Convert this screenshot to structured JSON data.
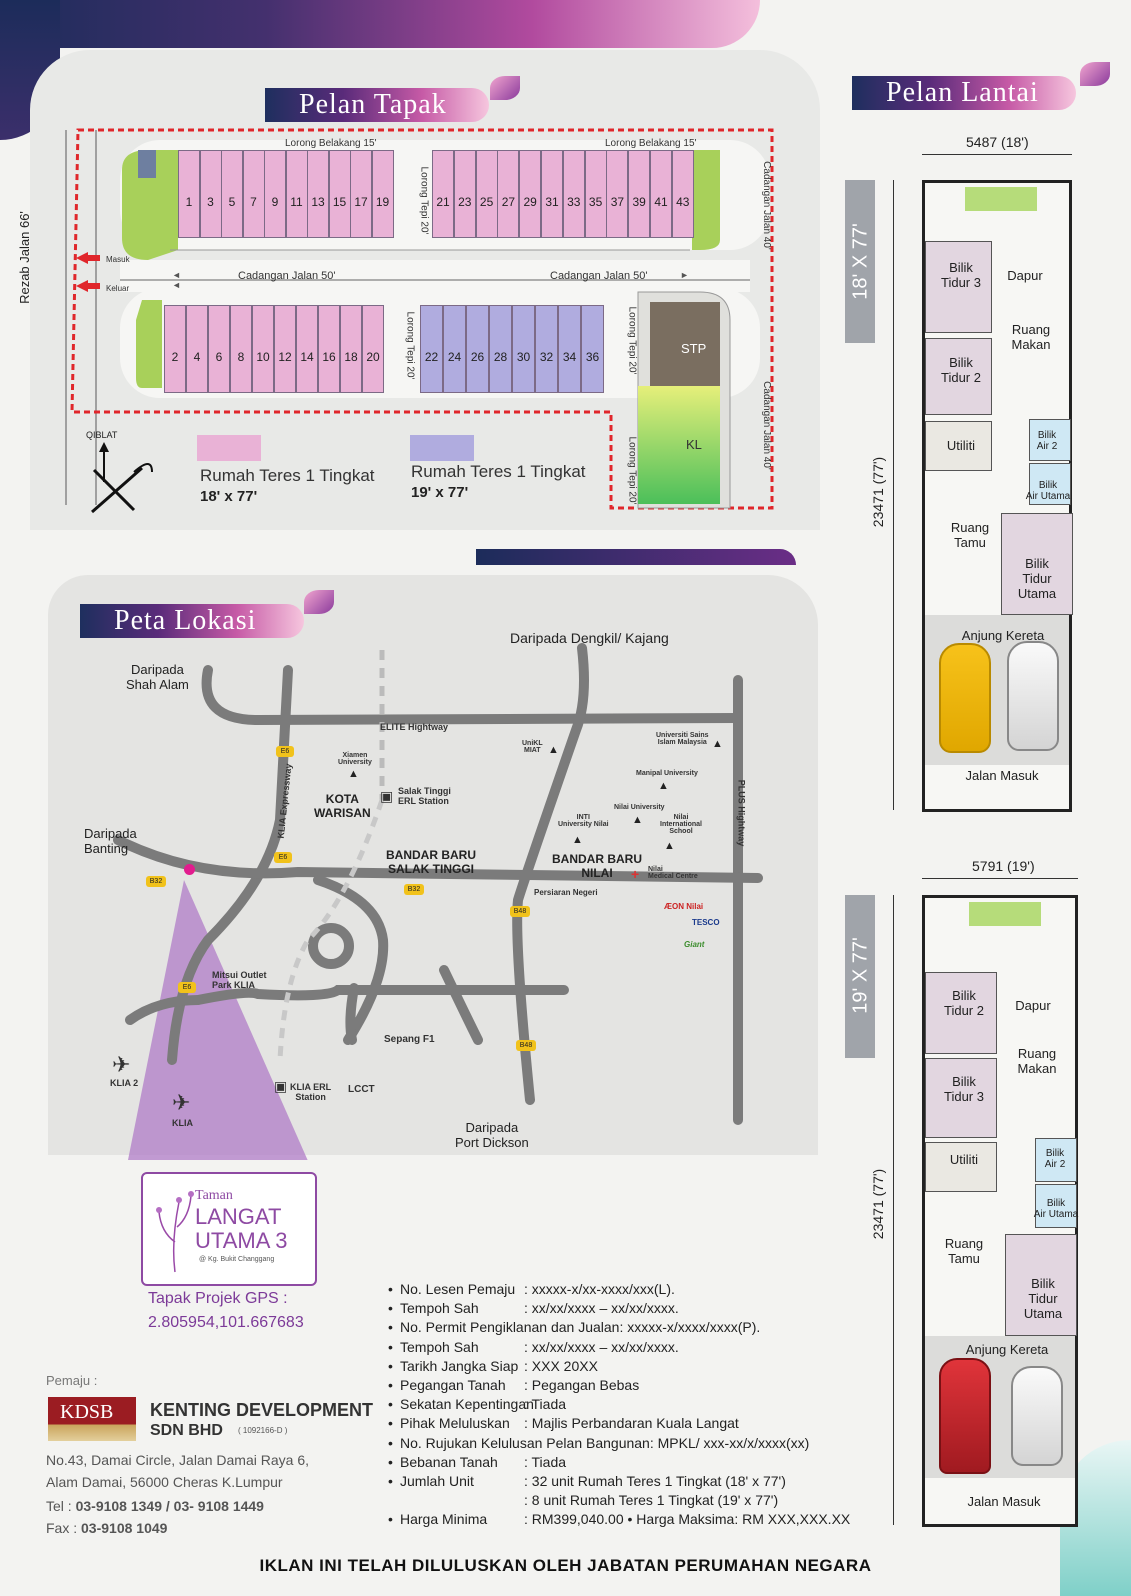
{
  "site_plan": {
    "title": "Pelan Tapak",
    "rezab_jalan": "Rezab Jalan 66'",
    "masuk": "Masuk",
    "keluar": "Keluar",
    "lorong_belakang": "Lorong Belakang 15'",
    "lorong_tepi": "Lorong Tepi 20'",
    "cadangan_jalan_50": "Cadangan Jalan 50'",
    "cadangan_jalan_40": "Cadangan Jalan 40'",
    "stp": "STP",
    "kl": "KL",
    "qiblat": "QIBLAT",
    "row1_left": [
      "1",
      "3",
      "5",
      "7",
      "9",
      "11",
      "13",
      "15",
      "17",
      "19"
    ],
    "row1_right": [
      "21",
      "23",
      "25",
      "27",
      "29",
      "31",
      "33",
      "35",
      "37",
      "39",
      "41",
      "43"
    ],
    "row2_left": [
      "2",
      "4",
      "6",
      "8",
      "10",
      "12",
      "14",
      "16",
      "18",
      "20"
    ],
    "row2_right": [
      "22",
      "24",
      "26",
      "28",
      "30",
      "32",
      "34",
      "36"
    ],
    "legend": [
      {
        "color": "#e9b2d6",
        "label": "Rumah Teres 1 Tingkat",
        "size": "18' x 77'"
      },
      {
        "color": "#b0acdf",
        "label": "Rumah Teres 1 Tingkat",
        "size": "19' x 77'"
      }
    ]
  },
  "location_map": {
    "title": "Peta Lokasi",
    "labels": {
      "shah_alam": "Daripada\nShah Alam",
      "dengkil": "Daripada Dengkil/ Kajang",
      "banting": "Daripada\nBanting",
      "port_dickson": "Daripada\nPort Dickson",
      "elite": "ELITE Hightway",
      "kota_warisan": "KOTA\nWARISAN",
      "salak_tinggi_erl": "Salak Tinggi\nERL Station",
      "bb_salak": "BANDAR BARU\nSALAK TINGGI",
      "bb_nilai": "BANDAR BARU\nNILAI",
      "klia_exp": "KLIA Expressway",
      "plus": "PLUS Hightway",
      "xiamen": "Xiamen\nUniversity",
      "unikl": "UniKL\nMIAT",
      "usim": "Universiti Sains\nIslam Malaysia",
      "manipal": "Manipal University",
      "nilai_univ": "Nilai University",
      "inti": "INTI\nUniversity Nilai",
      "nilai_intl": "Nilai\nInternational\nSchool",
      "nilai_medical": "Nilai\nMedical Centre",
      "persiaran": "Persiaran Negeri",
      "aeon": "ÆON Nilai",
      "tesco": "TESCO",
      "giant": "Giant",
      "mitsui": "Mitsui Outlet\nPark KLIA",
      "sepang": "Sepang F1",
      "klia_erl": "KLIA ERL\nStation",
      "lcct": "LCCT",
      "klia2": "KLIA 2",
      "klia": "KLIA",
      "e6": "E6",
      "b32": "B32",
      "b48": "B48"
    },
    "taman": "Taman",
    "project_name_1": "LANGAT",
    "project_name_2": "UTAMA 3",
    "project_sub": "@ Kg. Bukit Changgang",
    "gps_label": "Tapak Projek GPS :",
    "gps_value": "2.805954,101.667683"
  },
  "floor_plan": {
    "title": "Pelan Lantai",
    "plan1": {
      "width": "5487 (18')",
      "depth": "23471 (77')",
      "tag": "18' X 77'",
      "rooms": {
        "bt_a": "Bilik\nTidur 3",
        "dapur": "Dapur",
        "makan": "Ruang\nMakan",
        "bt_b": "Bilik\nTidur 2",
        "utiliti": "Utiliti",
        "air2": "Bilik\nAir 2",
        "air_utama": "Bilik\nAir Utama",
        "tamu": "Ruang\nTamu",
        "btu": "Bilik\nTidur\nUtama",
        "anjung": "Anjung Kereta",
        "jalan": "Jalan Masuk"
      }
    },
    "plan2": {
      "width": "5791 (19')",
      "depth": "23471 (77')",
      "tag": "19' X 77'",
      "rooms": {
        "bt_a": "Bilik\nTidur 2",
        "dapur": "Dapur",
        "makan": "Ruang\nMakan",
        "bt_b": "Bilik\nTidur 3",
        "utiliti": "Utiliti",
        "air2": "Bilik\nAir 2",
        "air_utama": "Bilik\nAir Utama",
        "tamu": "Ruang\nTamu",
        "btu": "Bilik\nTidur\nUtama",
        "anjung": "Anjung Kereta",
        "jalan": "Jalan Masuk"
      }
    }
  },
  "developer": {
    "pemaju": "Pemaju :",
    "logo": "KDSB",
    "name_1": "KENTING DEVELOPMENT",
    "name_2": "SDN BHD",
    "reg": "( 1092166-D )",
    "address_1": "No.43, Damai Circle, Jalan Damai Raya 6,",
    "address_2": "Alam Damai, 56000 Cheras K.Lumpur",
    "tel_label": "Tel : ",
    "tel": "03-9108 1349 / 03- 9108 1449",
    "fax_label": "Fax : ",
    "fax": "03-9108 1049"
  },
  "details": [
    {
      "bullet": true,
      "key": "No. Lesen Pemaju",
      "value": ": xxxxx-x/xx-xxxx/xxx(L)."
    },
    {
      "bullet": true,
      "key": "Tempoh Sah",
      "value": ": xx/xx/xxxx – xx/xx/xxxx."
    },
    {
      "bullet": true,
      "key": "No. Permit Pengiklanan dan Jualan: xxxxx-x/xxxx/xxxx(P).",
      "value": ""
    },
    {
      "bullet": true,
      "key": "Tempoh Sah",
      "value": ": xx/xx/xxxx – xx/xx/xxxx."
    },
    {
      "bullet": true,
      "key": "Tarikh Jangka Siap",
      "value": ": XXX 20XX"
    },
    {
      "bullet": true,
      "key": "Pegangan Tanah",
      "value": ": Pegangan Bebas"
    },
    {
      "bullet": true,
      "key": "Sekatan Kepentingan",
      "value": ": Tiada"
    },
    {
      "bullet": true,
      "key": "Pihak Meluluskan",
      "value": ": Majlis Perbandaran Kuala Langat"
    },
    {
      "bullet": true,
      "key": "No. Rujukan Kelulusan Pelan Bangunan: MPKL/ xxx-xx/x/xxxx(xx)",
      "value": ""
    },
    {
      "bullet": true,
      "key": "Bebanan Tanah",
      "value": ": Tiada"
    },
    {
      "bullet": true,
      "key": "Jumlah Unit",
      "value": ": 32 unit Rumah Teres 1 Tingkat (18' x 77')"
    },
    {
      "bullet": false,
      "key": "",
      "value": ": 8 unit Rumah Teres 1 Tingkat (19' x 77')"
    },
    {
      "bullet": true,
      "key": "Harga Minima",
      "value": ": RM399,040.00    • Harga Maksima: RM XXX,XXX.XX"
    }
  ],
  "footer": "IKLAN INI TELAH DILULUSKAN OLEH JABATAN PERUMAHAN NEGARA"
}
